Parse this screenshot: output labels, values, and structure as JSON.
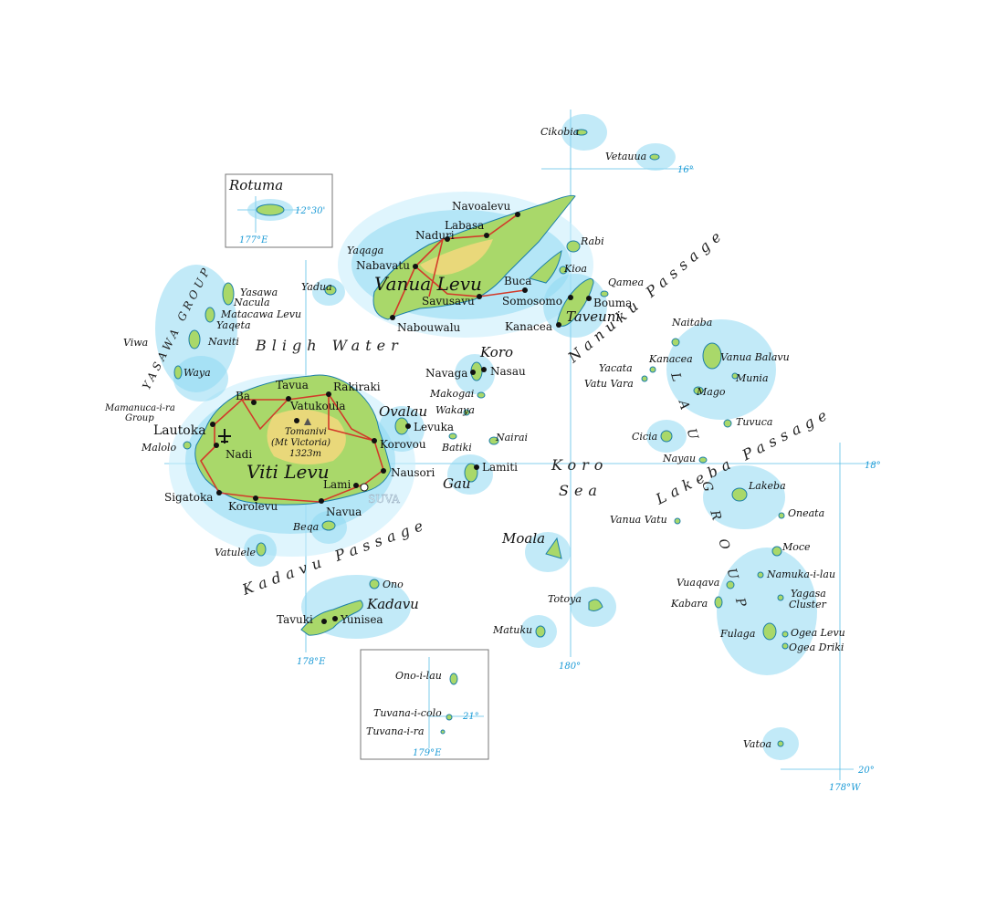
{
  "map": {
    "rotuma_inset": {
      "title": "Rotuma",
      "lat": "12°30'",
      "lon": "177°E"
    },
    "south_inset": {
      "lon": "179°E",
      "lat": "21°",
      "islands": [
        "Ono-i-lau",
        "Tuvana-i-colo",
        "Tuvana-i-ra"
      ]
    },
    "graticule": {
      "lat_16": "16°",
      "lat_18": "18°",
      "lat_20": "20°",
      "lon_178e": "178°E",
      "lon_180": "180°",
      "lon_178w": "178°W"
    },
    "seas": {
      "bligh_water": "Bligh Water",
      "koro_sea_1": "Koro",
      "koro_sea_2": "Sea",
      "nanuku_passage": "Nanuku Passage",
      "lakeba_passage": "Lakeba Passage",
      "kadavu_passage": "Kadavu Passage",
      "yasawa_group": "YASAWA GROUP",
      "lau_group": "LAU GROUP"
    },
    "main_islands": {
      "viti_levu": "Viti Levu",
      "vanua_levu": "Vanua Levu",
      "taveuni": "Taveuni",
      "kadavu": "Kadavu",
      "koro": "Koro",
      "ovalau": "Ovalau",
      "gau": "Gau",
      "moala": "Moala"
    },
    "peak": {
      "name": "Tomanivi",
      "alt_name": "(Mt Victoria)",
      "height": "1323m"
    },
    "capital": "SUVA",
    "towns": {
      "lautoka": "Lautoka",
      "nadi": "Nadi",
      "ba": "Ba",
      "tavua": "Tavua",
      "vatukoula": "Vatukoula",
      "rakiraki": "Rakiraki",
      "korovou": "Korovou",
      "nausori": "Nausori",
      "lami": "Lami",
      "navua": "Navua",
      "korolevu": "Korolevu",
      "sigatoka": "Sigatoka",
      "labasa": "Labasa",
      "naduri": "Naduri",
      "navoalevu": "Navoalevu",
      "nabavatu": "Nabavatu",
      "savusavu": "Savusavu",
      "nabouwalu": "Nabouwalu",
      "buca": "Buca",
      "somosomo": "Somosomo",
      "bouma": "Bouma",
      "kanacea": "Kanacea",
      "navaga": "Navaga",
      "nasau": "Nasau",
      "levuka": "Levuka",
      "lamiti": "Lamiti",
      "tavuki": "Tavuki",
      "yunisea": "Yunisea"
    },
    "small_islands": {
      "cikobia": "Cikobia",
      "vetauua": "Vetauua",
      "rabi": "Rabi",
      "kioa": "Kioa",
      "qamea": "Qamea",
      "yaqaga": "Yaqaga",
      "yadua": "Yadua",
      "yasawa": "Yasawa",
      "nacula": "Nacula",
      "matacawa_levu": "Matacawa Levu",
      "yaqeta": "Yaqeta",
      "naviti": "Naviti",
      "viwa": "Viwa",
      "waya": "Waya",
      "mamanuca_1": "Mamanuca-i-ra",
      "mamanuca_2": "Group",
      "malolo": "Malolo",
      "makogai": "Makogai",
      "wakaya": "Wakaya",
      "batiki": "Batiki",
      "nairai": "Nairai",
      "naitaba": "Naitaba",
      "kanacea_lau": "Kanacea",
      "vanua_balavu": "Vanua Balavu",
      "yacata": "Yacata",
      "vatu_vara": "Vatu Vara",
      "munia": "Munia",
      "mago": "Mago",
      "tuvuca": "Tuvuca",
      "cicia": "Cicia",
      "nayau": "Nayau",
      "lakeba": "Lakeba",
      "oneata": "Oneata",
      "vanua_vatu": "Vanua Vatu",
      "moce": "Moce",
      "namuka": "Namuka-i-lau",
      "vuaqava": "Vuaqava",
      "kabara": "Kabara",
      "yagasa_1": "Yagasa",
      "yagasa_2": "Cluster",
      "fulaga": "Fulaga",
      "ogea_levu": "Ogea Levu",
      "ogea_driki": "Ogea Driki",
      "totoya": "Totoya",
      "matuku": "Matuku",
      "vatoa": "Vatoa",
      "vatulele": "Vatulele",
      "beqa": "Beqa",
      "ono": "Ono"
    },
    "colors": {
      "sea_halo": "#8fd8f2",
      "land": "#a9d86a",
      "highland": "#e9d87a",
      "road": "#d23a2a",
      "graticule": "#5bbfe6"
    }
  }
}
